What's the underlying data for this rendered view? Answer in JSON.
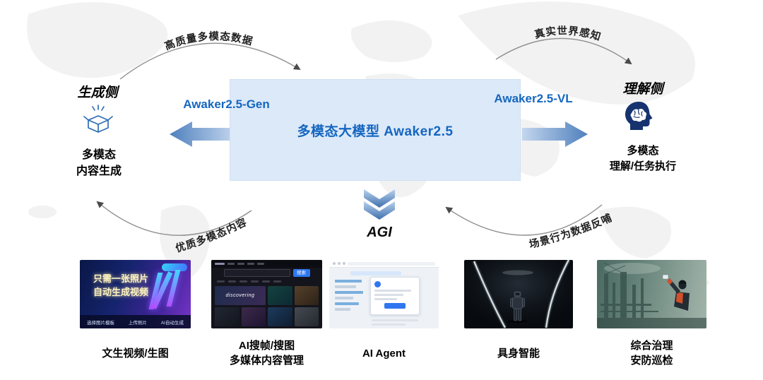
{
  "diagram": {
    "center_title": "多模态大模型 Awaker2.5",
    "agi_label": "AGI",
    "left": {
      "side_label": "生成侧",
      "arrow_label": "Awaker2.5-Gen",
      "caption_line1": "多模态",
      "caption_line2": "内容生成",
      "top_arc_label": "高质量多模态数据",
      "bottom_arc_label": "优质多模态内容"
    },
    "right": {
      "side_label": "理解侧",
      "arrow_label": "Awaker2.5-VL",
      "caption_line1": "多模态",
      "caption_line2": "理解/任务执行",
      "top_arc_label": "真实世界感知",
      "bottom_arc_label": "场景行为数据反哺"
    },
    "icons": {
      "left": "generation-box-icon",
      "right": "understanding-brain-icon",
      "center_down": "agi-chevron-icon"
    },
    "colors": {
      "accent_blue": "#1566c0",
      "center_box_bg": "#dce9f8",
      "arrow_dark": "#4f80bd",
      "arrow_light": "#c3d6ee"
    }
  },
  "cards": [
    {
      "caption_line1": "文生视频/生图",
      "caption_line2": "",
      "thumb_headline1": "只需一张照片",
      "thumb_headline2": "自动生成视频",
      "thumb_buttons": [
        "选择图片模板",
        "上传照片",
        "AI自动生成"
      ]
    },
    {
      "caption_line1": "AI搜帧/搜图",
      "caption_line2": "多媒体内容管理",
      "thumb_search_button": "搜索",
      "thumb_tag": "discovering"
    },
    {
      "caption_line1": "AI Agent",
      "caption_line2": ""
    },
    {
      "caption_line1": "具身智能",
      "caption_line2": ""
    },
    {
      "caption_line1": "综合治理",
      "caption_line2": "安防巡检"
    }
  ]
}
